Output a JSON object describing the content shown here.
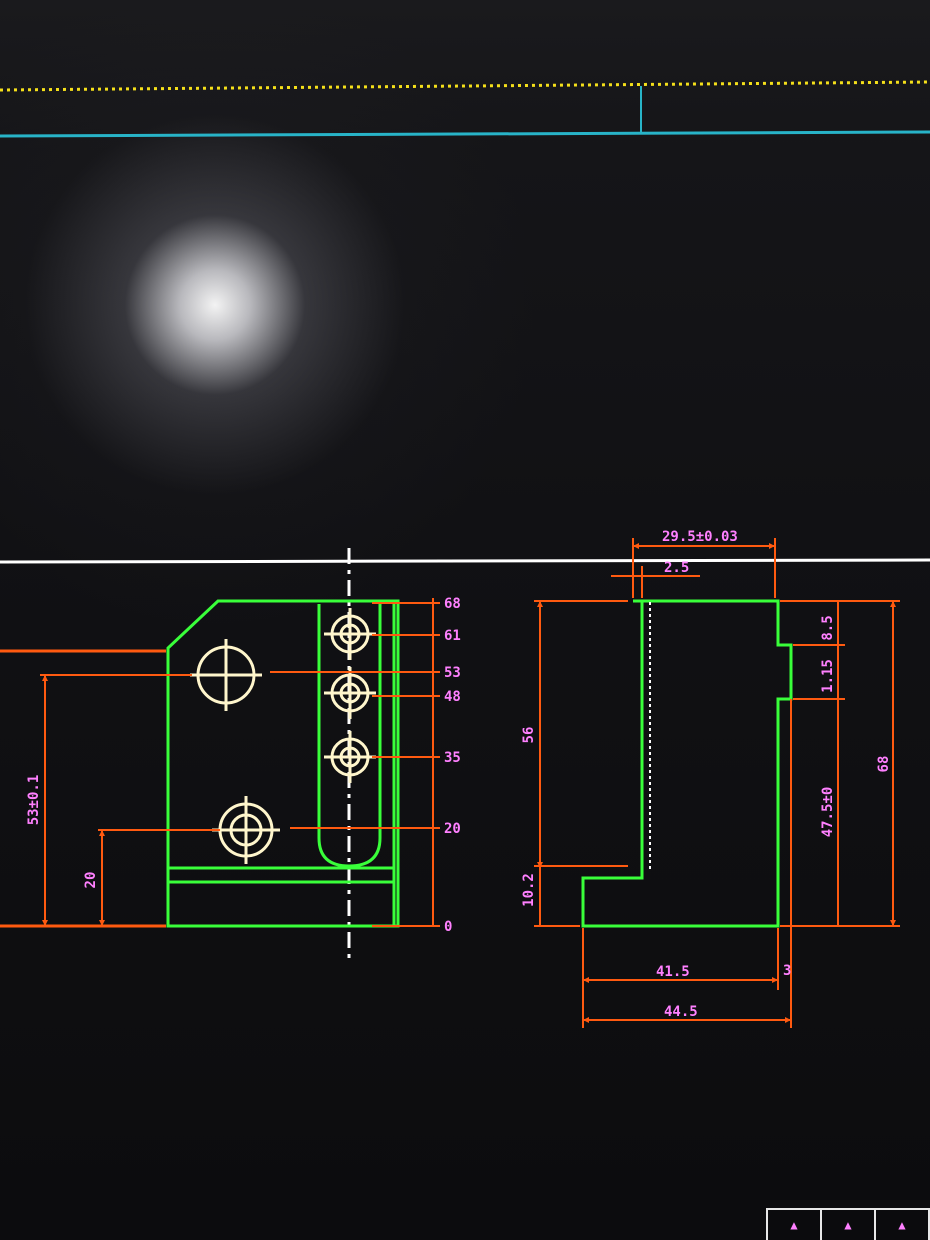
{
  "colors": {
    "outline": "#39ff3a",
    "dimension": "#ff5a10",
    "dim_text": "#ff80ff",
    "holes": "#fff6cc",
    "center_line": "#ffffff",
    "yellow_dotted": "#f5e01a",
    "cyan_line": "#28b4c8",
    "white_line": "#ffffff"
  },
  "front_view": {
    "right_ordinates": [
      "68",
      "61",
      "53",
      "48",
      "35",
      "20",
      "0"
    ],
    "left_height_dims": [
      "53±0.1",
      "20"
    ]
  },
  "side_view": {
    "top_width_1": "29.5±0.03",
    "top_width_2": "2.5",
    "left_height": "56",
    "bottom_step": "10.2",
    "right_notch": "8.5",
    "right_small": "1.15",
    "right_mid": "47.5±0",
    "right_total": "68",
    "bottom_width_1": "41.5",
    "bottom_width_2": "44.5",
    "bottom_small": "3"
  },
  "status_bar": {
    "items": [
      "▲",
      "▲",
      "▲"
    ]
  }
}
